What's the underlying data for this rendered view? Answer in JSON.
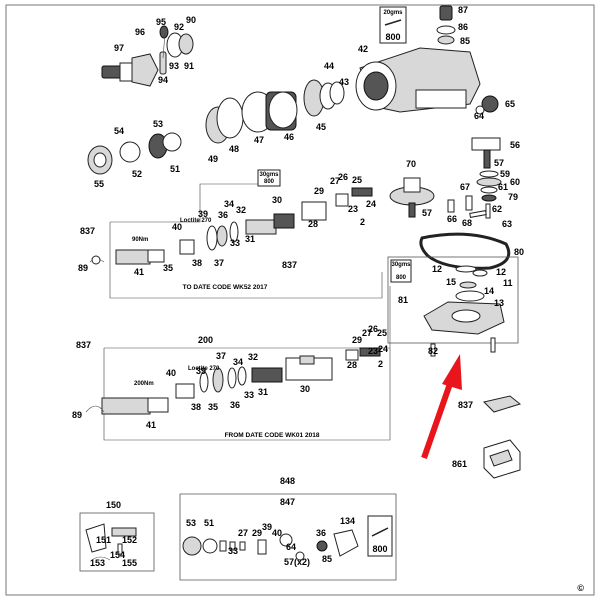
{
  "diagram": {
    "captions": {
      "to_date": "TO DATE CODE WK52 2017",
      "from_date": "FROM DATE CODE WK01 2018"
    },
    "boxes": {
      "grease_top": {
        "top": "20gms",
        "num": "800"
      },
      "grease_mid": {
        "top": "30gms",
        "num": "800"
      },
      "grease_right": {
        "top": "30gms",
        "num": "800"
      },
      "grease_bottom": {
        "num": "800"
      }
    },
    "annotations": {
      "loctite1": "Loctite 270",
      "loctite2": "Loctite 270",
      "torque1": "90Nm",
      "torque2": "200Nm",
      "qty57": "57(x2)",
      "copyright": "©"
    },
    "labels": {
      "n87": "87",
      "n86": "86",
      "n85": "85",
      "n42": "42",
      "n65": "65",
      "n64": "64",
      "n95": "95",
      "n92": "92",
      "n90": "90",
      "n96": "96",
      "n97": "97",
      "n93": "93",
      "n91": "91",
      "n94": "94",
      "n44": "44",
      "n43": "43",
      "n45": "45",
      "n46": "46",
      "n47": "47",
      "n48": "48",
      "n49": "49",
      "n53": "53",
      "n54": "54",
      "n52": "52",
      "n51": "51",
      "n55": "55",
      "n56": "56",
      "n57a": "57",
      "n59": "59",
      "n60": "60",
      "n61": "61",
      "n79": "79",
      "n62": "62",
      "n63": "63",
      "n67": "67",
      "n66": "66",
      "n68": "68",
      "n70": "70",
      "n57b": "57",
      "n80": "80",
      "n12a": "12",
      "n12b": "12",
      "n15": "15",
      "n11": "11",
      "n14": "14",
      "n13": "13",
      "n81": "81",
      "n82": "82",
      "n837a": "837",
      "n89a": "89",
      "n40a": "40",
      "n41a": "41",
      "n35a": "35",
      "n38a": "38",
      "n39a": "39",
      "n34a": "34",
      "n33a": "33",
      "n32a": "32",
      "n31a": "31",
      "n36a": "36",
      "n37a": "37",
      "n30a": "30",
      "n837b": "837",
      "n29a": "29",
      "n28a": "28",
      "n27a": "27",
      "n26a": "26",
      "n25a": "25",
      "n24a": "24",
      "n23a": "23",
      "n2a": "2",
      "n200": "200",
      "n837c": "837",
      "n37b": "37",
      "n34b": "34",
      "n32b": "32",
      "n40b": "40",
      "n39b": "39",
      "n38b": "38",
      "n35b": "35",
      "n36b": "36",
      "n33b": "33",
      "n31b": "31",
      "n30b": "30",
      "n41b": "41",
      "n89b": "89",
      "n29b": "29",
      "n27b": "27",
      "n26b": "26",
      "n25b": "25",
      "n28b": "28",
      "n24b": "24",
      "n23b": "23",
      "n2b": "2",
      "n837d": "837",
      "n861": "861",
      "n848": "848",
      "n847": "847",
      "n53b": "53",
      "n51b": "51",
      "n33c": "33",
      "n27c": "27",
      "n29c": "29",
      "n39c": "39",
      "n40c": "40",
      "n64b": "64",
      "n36c": "36",
      "n134": "134",
      "n85b": "85",
      "n150": "150",
      "n151": "151",
      "n152": "152",
      "n153": "153",
      "n154": "154",
      "n155": "155"
    },
    "colors": {
      "arrow": "#e8161c",
      "ink": "#222222",
      "gray": "#d8d8d8"
    }
  }
}
